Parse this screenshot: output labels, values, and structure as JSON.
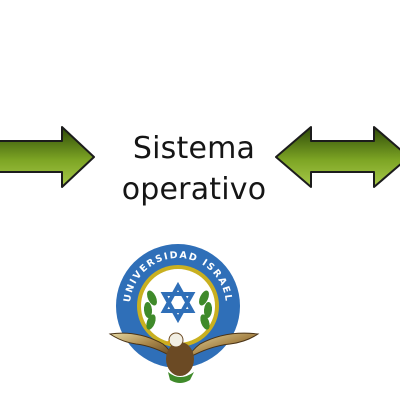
{
  "diagram": {
    "node": {
      "line1": "Sistema",
      "line2": "operativo"
    },
    "colors": {
      "arrow_dark": "#2e4a08",
      "arrow_light": "#a8c94a",
      "arrow_outline": "#1c1c1c",
      "seal_blue": "#2f6fb8",
      "seal_gold": "#c9b020",
      "seal_green": "#3f8a2a"
    }
  },
  "seal": {
    "text": "UNIVERSIDAD ISRAEL"
  }
}
